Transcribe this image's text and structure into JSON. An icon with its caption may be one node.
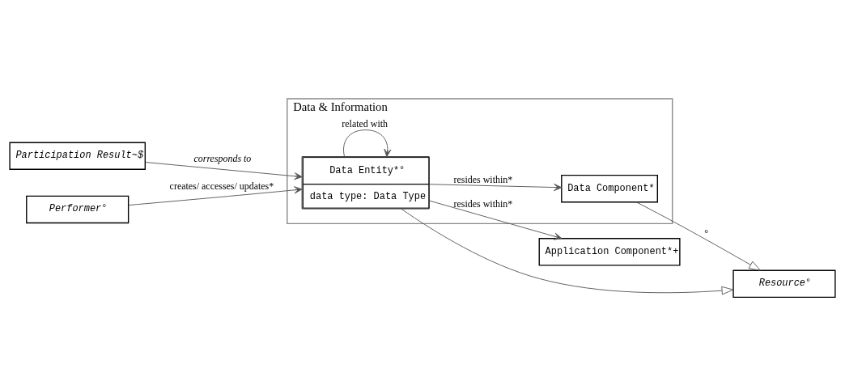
{
  "diagram": {
    "nodes": [
      {
        "text": [
          "Data & Information"
        ]
      },
      {
        "text": [
          "Participation Result~$"
        ]
      },
      {
        "text": [
          "Application Component*+"
        ]
      },
      {
        "text": [
          "Data Entity*°",
          "data type: Data Type"
        ],
        "in": 0
      },
      {
        "text": [
          "Performer°"
        ]
      },
      {
        "text": [
          "Resource°"
        ]
      },
      {
        "text": [
          "Data Component*"
        ],
        "in": 0
      }
    ],
    "edges": [
      {
        "from": 1,
        "to": 3,
        "arrow": "to",
        "label": "corresponds to"
      },
      {
        "from": 3,
        "to": 2,
        "arrow": "to",
        "label": "resides within*"
      },
      {
        "from": 4,
        "to": 3,
        "arrow": "to",
        "label": "creates/ accesses/ updates*"
      },
      {
        "from": 3,
        "to": 3,
        "arrow": "to",
        "label": "related with"
      },
      {
        "from": 3,
        "to": 6,
        "arrow": "to",
        "label": "resides within*"
      },
      {
        "from": 3,
        "to": 5,
        "arrow": "to"
      },
      {
        "from": 6,
        "to": 5,
        "arrow": "to",
        "label": "°"
      }
    ]
  }
}
